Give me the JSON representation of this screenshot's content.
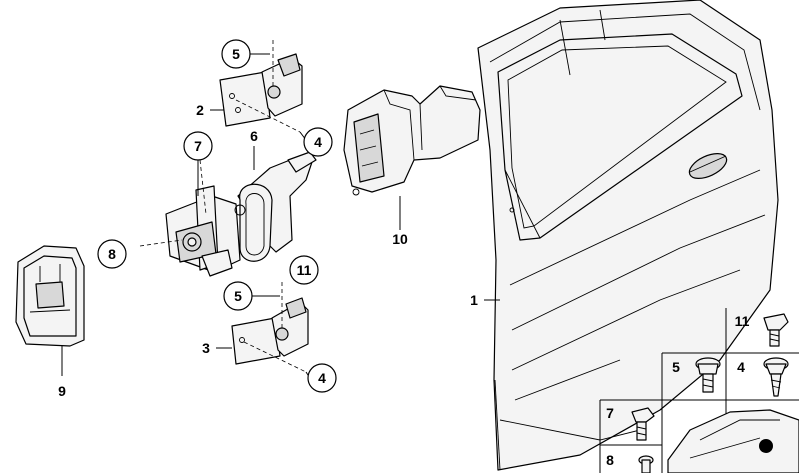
{
  "callouts": {
    "c1": "1",
    "c2": "2",
    "c3": "3",
    "c4a": "4",
    "c4b": "4",
    "c5a": "5",
    "c5b": "5",
    "c6": "6",
    "c7": "7",
    "c8": "8",
    "c9": "9",
    "c10": "10",
    "c11": "11"
  },
  "fastener_grid": {
    "g11": "11",
    "g5": "5",
    "g4": "4",
    "g7": "7",
    "g8": "8"
  }
}
